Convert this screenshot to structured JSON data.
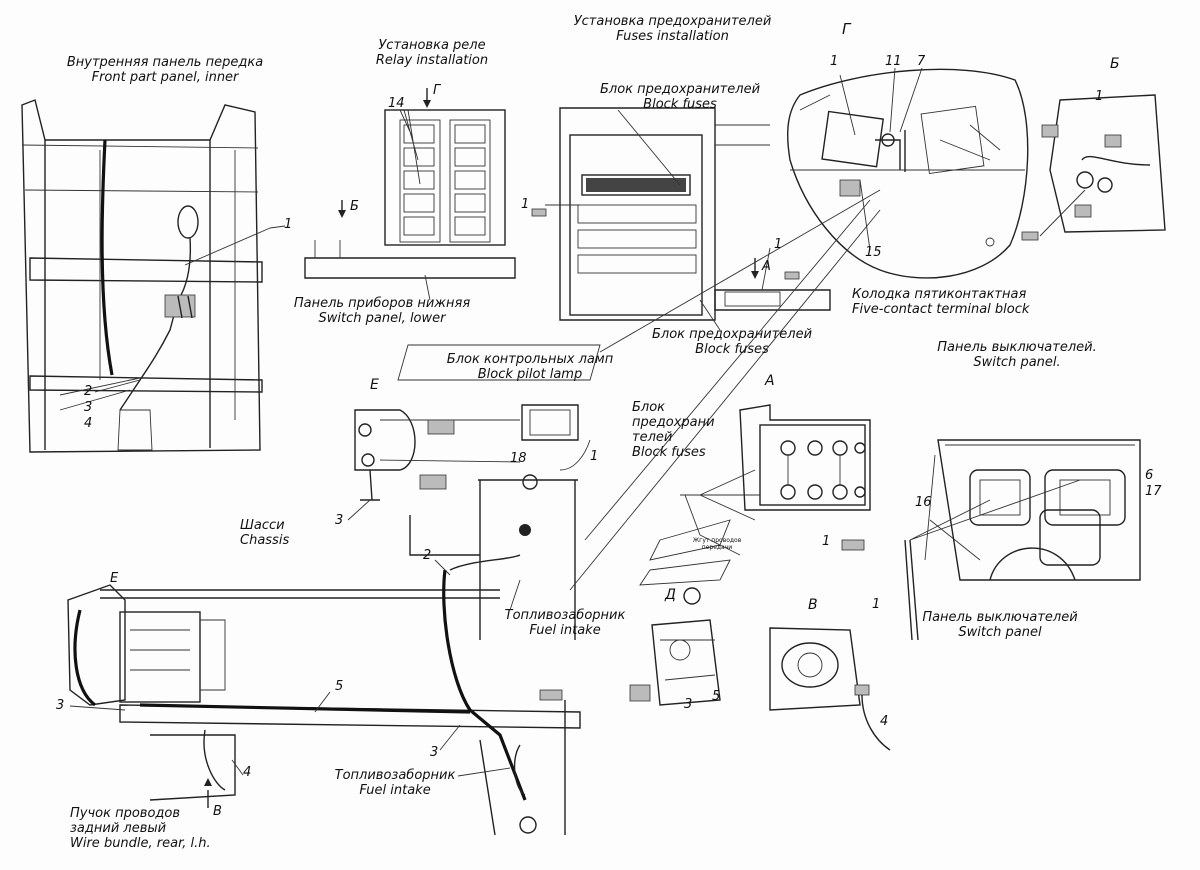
{
  "labels": {
    "front_panel_ru": "Внутренняя панель передка",
    "front_panel_en": "Front part panel, inner",
    "relay_ru": "Установка реле",
    "relay_en": "Relay installation",
    "fuses_inst_ru": "Установка предохранителей",
    "fuses_inst_en": "Fuses installation",
    "block_fuses_top_ru": "Блок предохранителей",
    "block_fuses_top_en": "Block fuses",
    "switch_lower_ru": "Панель приборов нижняя",
    "switch_lower_en": "Switch panel, lower",
    "block_fuses_mid_ru": "Блок предохранителей",
    "block_fuses_mid_en": "Block fuses",
    "five_contact_ru": "Колодка пятиконтактная",
    "five_contact_en": "Five-contact terminal block",
    "pilot_lamp_ru": "Блок контрольных ламп",
    "pilot_lamp_en": "Block pilot lamp",
    "switch_panel_top_ru": "Панель выключателей.",
    "switch_panel_top_en": "Switch panel.",
    "block_fuses_a_ru1": "Блок",
    "block_fuses_a_ru2": "предохрани",
    "block_fuses_a_ru3": "телей",
    "block_fuses_a_en": "Block fuses",
    "chassis_ru": "Шасси",
    "chassis_en": "Chassis",
    "fuel_intake_1_ru": "Топливозаборник",
    "fuel_intake_1_en": "Fuel intake",
    "fuel_intake_2_ru": "Топливозаборник",
    "fuel_intake_2_en": "Fuel intake",
    "switch_panel_bottom_ru": "Панель выключателей",
    "switch_panel_bottom_en": "Switch panel",
    "wire_bundle_ru1": "Пучок проводов",
    "wire_bundle_ru2": "задний левый",
    "wire_bundle_en": "Wire bundle, rear, l.h.",
    "wire_tag_small": "Жгут проводов передачи"
  },
  "views": {
    "g": "Г",
    "b": "Б",
    "a": "А",
    "e": "Е",
    "d": "Д",
    "v": "В"
  },
  "callouts": {
    "front_1": "1",
    "front_2": "2",
    "front_3": "3",
    "front_4": "4",
    "relay_14": "14",
    "fuse_1": "1",
    "fuse_1b": "1",
    "g_1": "1",
    "g_11": "11",
    "g_7": "7",
    "g_15": "15",
    "b_1": "1",
    "e_3": "3",
    "e_18": "18",
    "e_1": "1",
    "e_2": "2",
    "a_1": "1",
    "sw_16": "16",
    "sw_6": "6",
    "sw_17": "17",
    "sw_1": "1",
    "ch_3a": "3",
    "ch_5": "5",
    "ch_3b": "3",
    "ch_4": "4",
    "d_3": "3",
    "d_5": "5",
    "v_4": "4"
  }
}
